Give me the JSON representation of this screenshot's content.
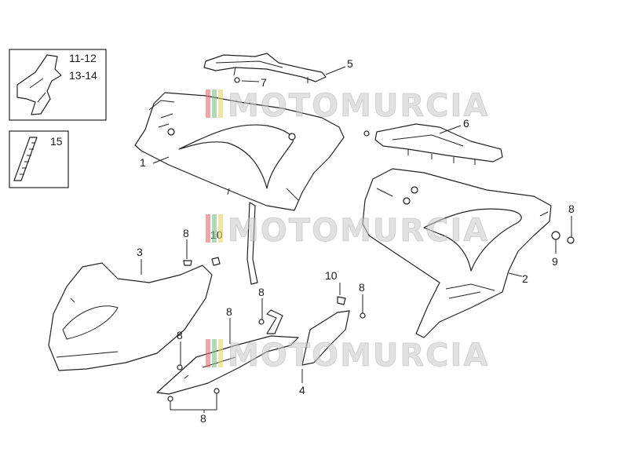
{
  "callouts": {
    "c1": "1",
    "c2": "2",
    "c3": "3",
    "c4": "4",
    "c5": "5",
    "c6": "6",
    "c7": "7",
    "c8a": "8",
    "c8b": "8",
    "c8c": "8",
    "c8d": "8",
    "c8e": "8",
    "c8f": "8",
    "c8g": "8",
    "c9": "9",
    "c10a": "10",
    "c10b": "10",
    "c15": "15"
  },
  "inset_top": {
    "line1": "11-12",
    "line2": "13-14"
  },
  "watermark": {
    "text": "MOTOMURCIA"
  },
  "colors": {
    "stroke": "#222222",
    "watermark": "#c9c9c9",
    "wm_red": "#e46a6a",
    "wm_green": "#7ec27e",
    "wm_yellow": "#e8d36b"
  }
}
